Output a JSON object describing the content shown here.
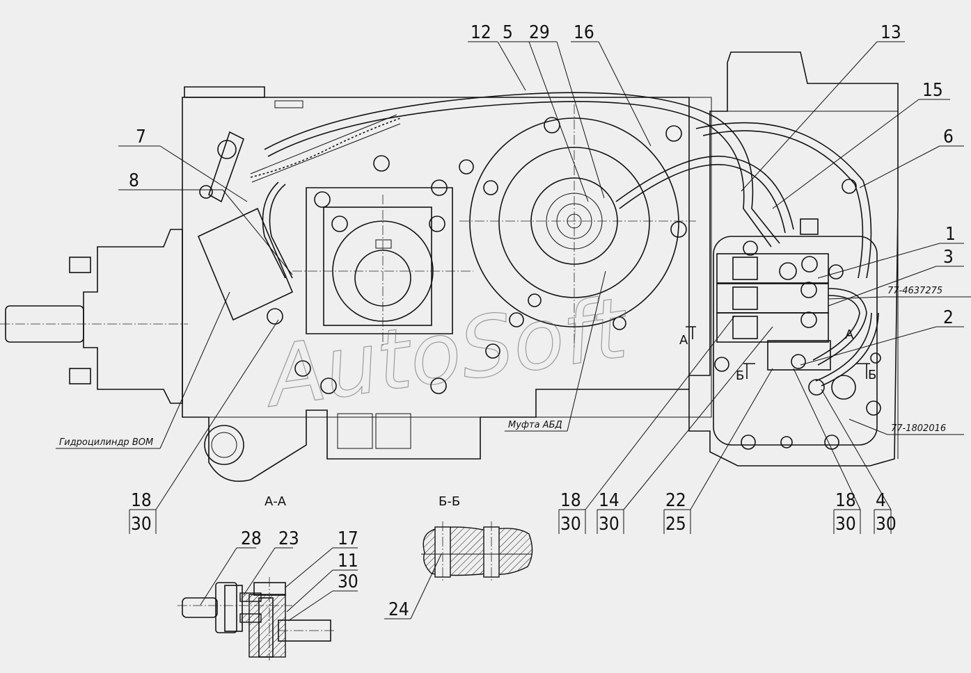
{
  "watermark": "AutoSoft",
  "positions_top": [
    {
      "id": "p12",
      "label": "12"
    },
    {
      "id": "p5",
      "label": "5"
    },
    {
      "id": "p29",
      "label": "29"
    },
    {
      "id": "p16",
      "label": "16"
    },
    {
      "id": "p13",
      "label": "13"
    },
    {
      "id": "p15",
      "label": "15"
    },
    {
      "id": "p6",
      "label": "6"
    },
    {
      "id": "p7",
      "label": "7"
    },
    {
      "id": "p8",
      "label": "8"
    },
    {
      "id": "p1",
      "label": "1"
    },
    {
      "id": "p3",
      "label": "3"
    },
    {
      "id": "p2",
      "label": "2"
    }
  ],
  "notes": {
    "ref_4637275": "77-4637275",
    "ref_1802016": "77-1802016",
    "hydro_cylinder": "Гидроцилиндр ВОМ",
    "coupling": "Муфта АБД"
  },
  "fractions": [
    {
      "top": "18",
      "bottom": "30"
    },
    {
      "top": "18",
      "bottom": "30"
    },
    {
      "top": "14",
      "bottom": "30"
    },
    {
      "top": "22",
      "bottom": "25"
    },
    {
      "top": "18",
      "bottom": "30"
    },
    {
      "top": "4",
      "bottom": "30"
    }
  ],
  "sections": {
    "aa_title": "А-А",
    "bb_title": "Б-Б",
    "mark_a": "А",
    "mark_b": "Б"
  },
  "section_aa_positions": [
    "28",
    "23",
    "17",
    "11",
    "30"
  ],
  "section_bb_positions": [
    "24"
  ]
}
